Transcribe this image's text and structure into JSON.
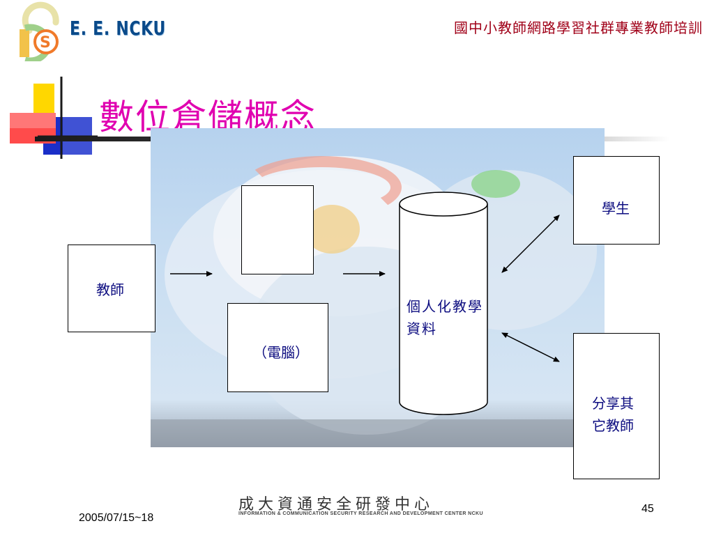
{
  "header": {
    "logo_text": "E. E. NCKU",
    "title": "國中小教師網路學習社群專業教師培訓"
  },
  "slide": {
    "title": "數位倉儲概念"
  },
  "diagram": {
    "teacher": "教師",
    "computer": "（電腦）",
    "repository": "個人化教學資料",
    "student": "學生",
    "share_line1": "分享其",
    "share_line2": "它教師"
  },
  "footer": {
    "date": "2005/07/15~18",
    "center_cn": "成大資通安全研發中心",
    "center_en": "INFORMATION & COMMUNICATION SECURITY RESEARCH AND DEVELOPMENT CENTER NCKU",
    "page": "45"
  },
  "colors": {
    "title": "#e000b0",
    "header_title": "#a00018",
    "diagram_text": "#0d0d80"
  }
}
